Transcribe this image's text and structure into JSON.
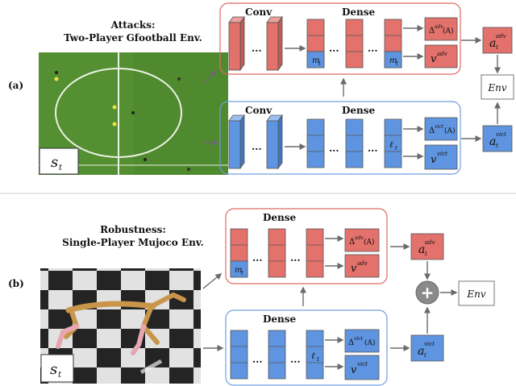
{
  "panels": {
    "a": {
      "label": "(a)",
      "title_line1": "Attacks:",
      "title_line2": "Two-Player Gfootball Env.",
      "state_label": "s",
      "state_sub": "t",
      "adv_conv": "Conv",
      "adv_dense": "Dense",
      "vict_conv": "Conv",
      "vict_dense": "Dense",
      "m_label": "m",
      "m_sub": "t",
      "l_label": "ℓ",
      "l_sub": "t",
      "dots": "...",
      "adv_delta": "Δ",
      "adv_delta_sup": "adv",
      "adv_delta_arg": "(A)",
      "adv_v": "v",
      "adv_v_sup": "adv",
      "vict_delta": "Δ",
      "vict_delta_sup": "vict",
      "vict_delta_arg": "(A)",
      "vict_v": "v",
      "vict_v_sup": "vict",
      "a_adv": "a",
      "a_adv_sup": "adv",
      "a_vict": "a",
      "a_vict_sup": "vict",
      "env": "Env",
      "t_sub": "t"
    },
    "b": {
      "label": "(b)",
      "title_line1": "Robustness:",
      "title_line2": "Single-Player Mujoco Env.",
      "state_label": "s",
      "state_sub": "t",
      "adv_dense": "Dense",
      "vict_dense": "Dense",
      "m_label": "m",
      "m_sub": "t",
      "l_label": "ℓ",
      "l_sub": "t",
      "dots": "...",
      "adv_delta": "Δ",
      "adv_delta_sup": "adv",
      "adv_delta_arg": "(A)",
      "adv_v": "v",
      "adv_v_sup": "adv",
      "vict_delta": "Δ",
      "vict_delta_sup": "vict",
      "vict_delta_arg": "(A)",
      "vict_v": "v",
      "vict_v_sup": "vict",
      "a_adv": "a",
      "a_adv_sup": "adv",
      "a_vict": "a",
      "a_vict_sup": "vict",
      "plus": "+",
      "env": "Env",
      "t_sub": "t"
    }
  },
  "colors": {
    "adv_fill": "#e3716c",
    "adv_border": "#d9574f",
    "vict_fill": "#5f95e0",
    "vict_border": "#6f9ee0",
    "arrow": "#6b6b6b",
    "pitch": "#4f8a2e",
    "separator": "#cccccc"
  }
}
